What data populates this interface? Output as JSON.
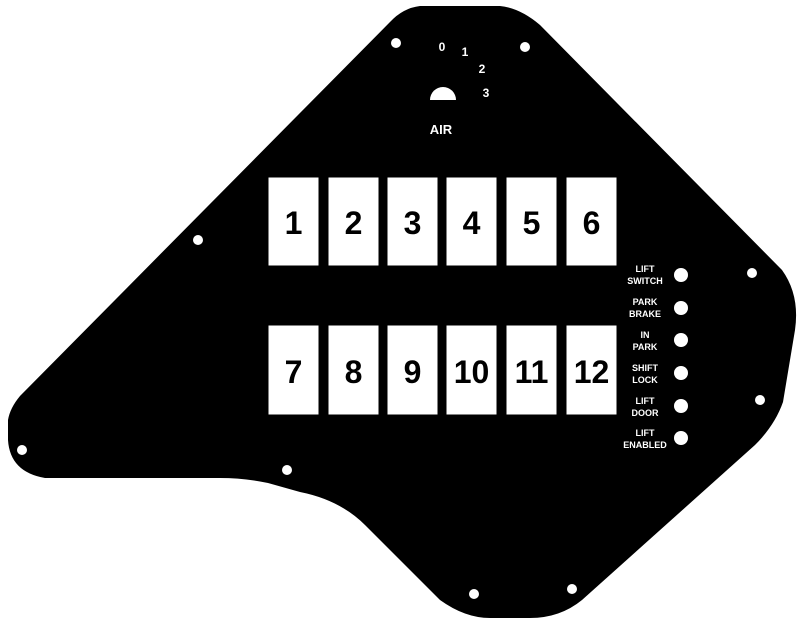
{
  "colors": {
    "panel": "#000000",
    "switch_face": "#ffffff",
    "text_light": "#ffffff",
    "text_dark": "#000000"
  },
  "air_knob": {
    "label": "AIR",
    "positions": [
      "0",
      "1",
      "2",
      "3"
    ]
  },
  "switches": {
    "row1": [
      "1",
      "2",
      "3",
      "4",
      "5",
      "6"
    ],
    "row2": [
      "7",
      "8",
      "9",
      "10",
      "11",
      "12"
    ]
  },
  "indicators": [
    {
      "line1": "LIFT",
      "line2": "SWITCH"
    },
    {
      "line1": "PARK",
      "line2": "BRAKE"
    },
    {
      "line1": "IN",
      "line2": "PARK"
    },
    {
      "line1": "SHIFT",
      "line2": "LOCK"
    },
    {
      "line1": "LIFT",
      "line2": "DOOR"
    },
    {
      "line1": "LIFT",
      "line2": "ENABLED"
    }
  ]
}
